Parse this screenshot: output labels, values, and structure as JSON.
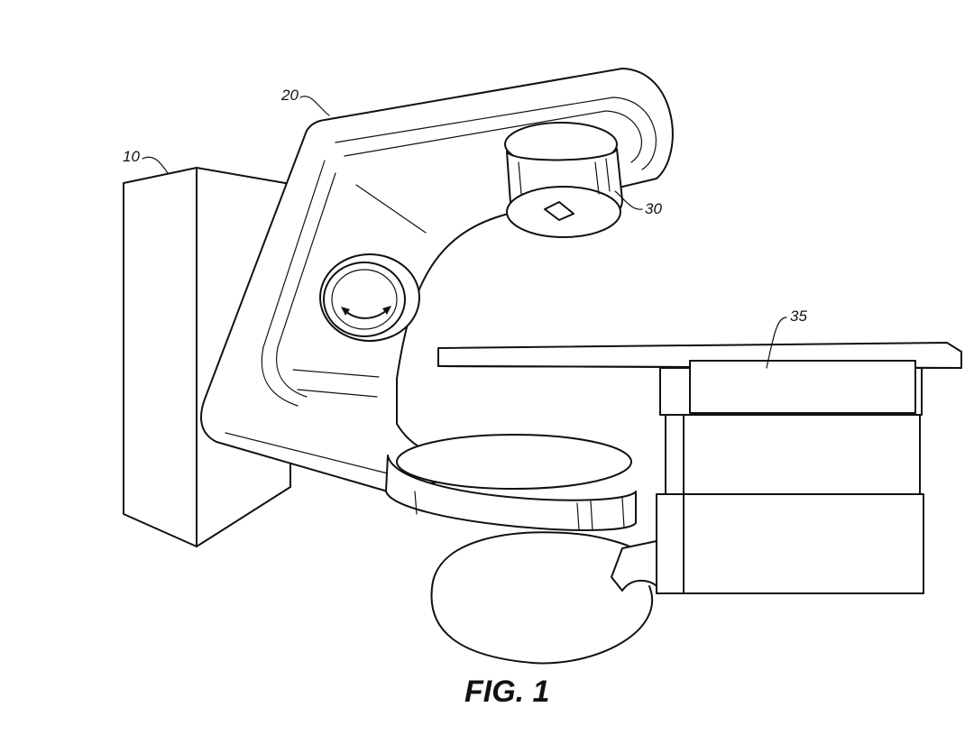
{
  "labels": {
    "stand": "10",
    "gantry": "20",
    "collimator_head": "30",
    "couch": "35"
  },
  "caption": "FIG. 1"
}
